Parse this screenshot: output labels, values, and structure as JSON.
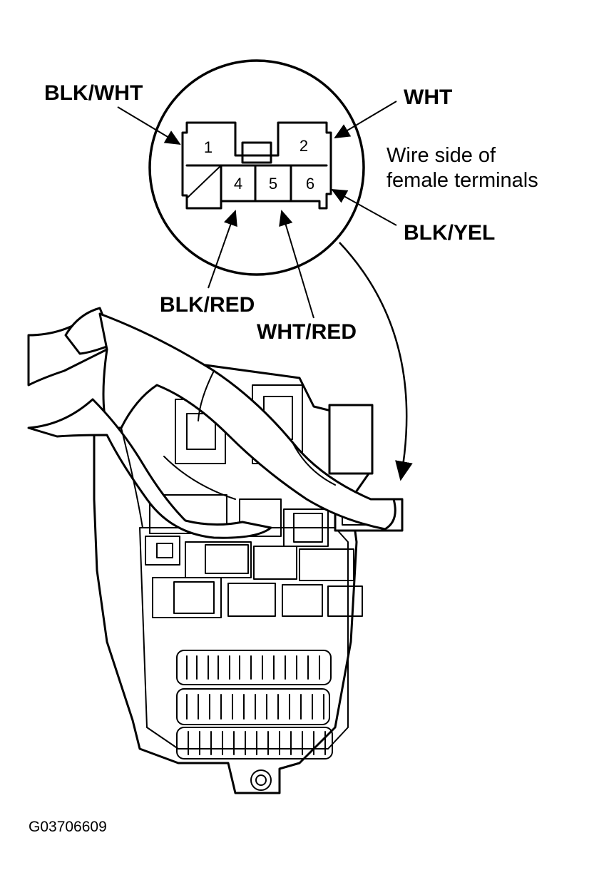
{
  "labels": {
    "blk_wht": "BLK/WHT",
    "wht": "WHT",
    "blk_yel": "BLK/YEL",
    "blk_red": "BLK/RED",
    "wht_red": "WHT/RED",
    "wire_side_line1": "Wire side of",
    "wire_side_line2": "female terminals"
  },
  "connector": {
    "pins": [
      "1",
      "2",
      "4",
      "5",
      "6"
    ]
  },
  "figure_id": "G03706609"
}
